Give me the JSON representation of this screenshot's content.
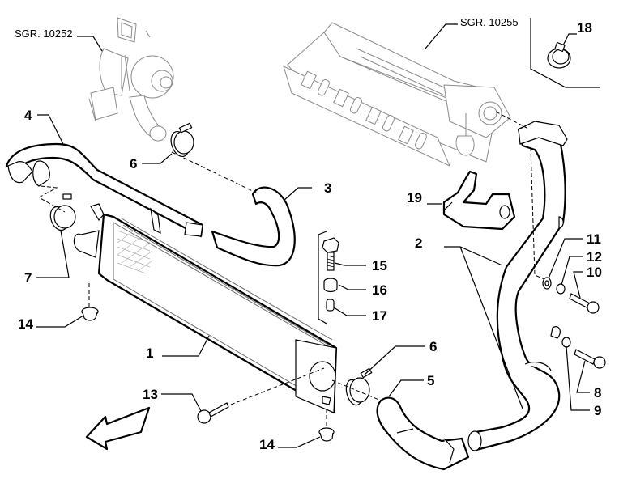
{
  "diagram": {
    "type": "exploded-parts-view",
    "subject": "Intercooler and charge-air hoses",
    "references": [
      {
        "id": "ref-turbo",
        "label": "SGR. 10252",
        "depicts": "turbocharger"
      },
      {
        "id": "ref-manifold",
        "label": "SGR. 10255",
        "depicts": "intake manifold"
      }
    ],
    "callouts": [
      {
        "number": "1",
        "part": "intercooler"
      },
      {
        "number": "2",
        "part": "outlet pipe to manifold"
      },
      {
        "number": "3",
        "part": "hose"
      },
      {
        "number": "4",
        "part": "turbo outlet pipe"
      },
      {
        "number": "5",
        "part": "hose"
      },
      {
        "number": "6",
        "part": "hose clamp"
      },
      {
        "number": "6",
        "part": "hose clamp"
      },
      {
        "number": "7",
        "part": "hose clamp"
      },
      {
        "number": "8",
        "part": "bolt"
      },
      {
        "number": "9",
        "part": "washer"
      },
      {
        "number": "10",
        "part": "bolt"
      },
      {
        "number": "11",
        "part": "washer"
      },
      {
        "number": "12",
        "part": "washer"
      },
      {
        "number": "13",
        "part": "screw"
      },
      {
        "number": "14",
        "part": "rubber mount"
      },
      {
        "number": "14",
        "part": "rubber mount"
      },
      {
        "number": "15",
        "part": "bolt"
      },
      {
        "number": "16",
        "part": "bush"
      },
      {
        "number": "17",
        "part": "spacer"
      },
      {
        "number": "18",
        "part": "hose clamp"
      },
      {
        "number": "19",
        "part": "bracket"
      }
    ],
    "direction_arrow": "front-of-vehicle"
  }
}
